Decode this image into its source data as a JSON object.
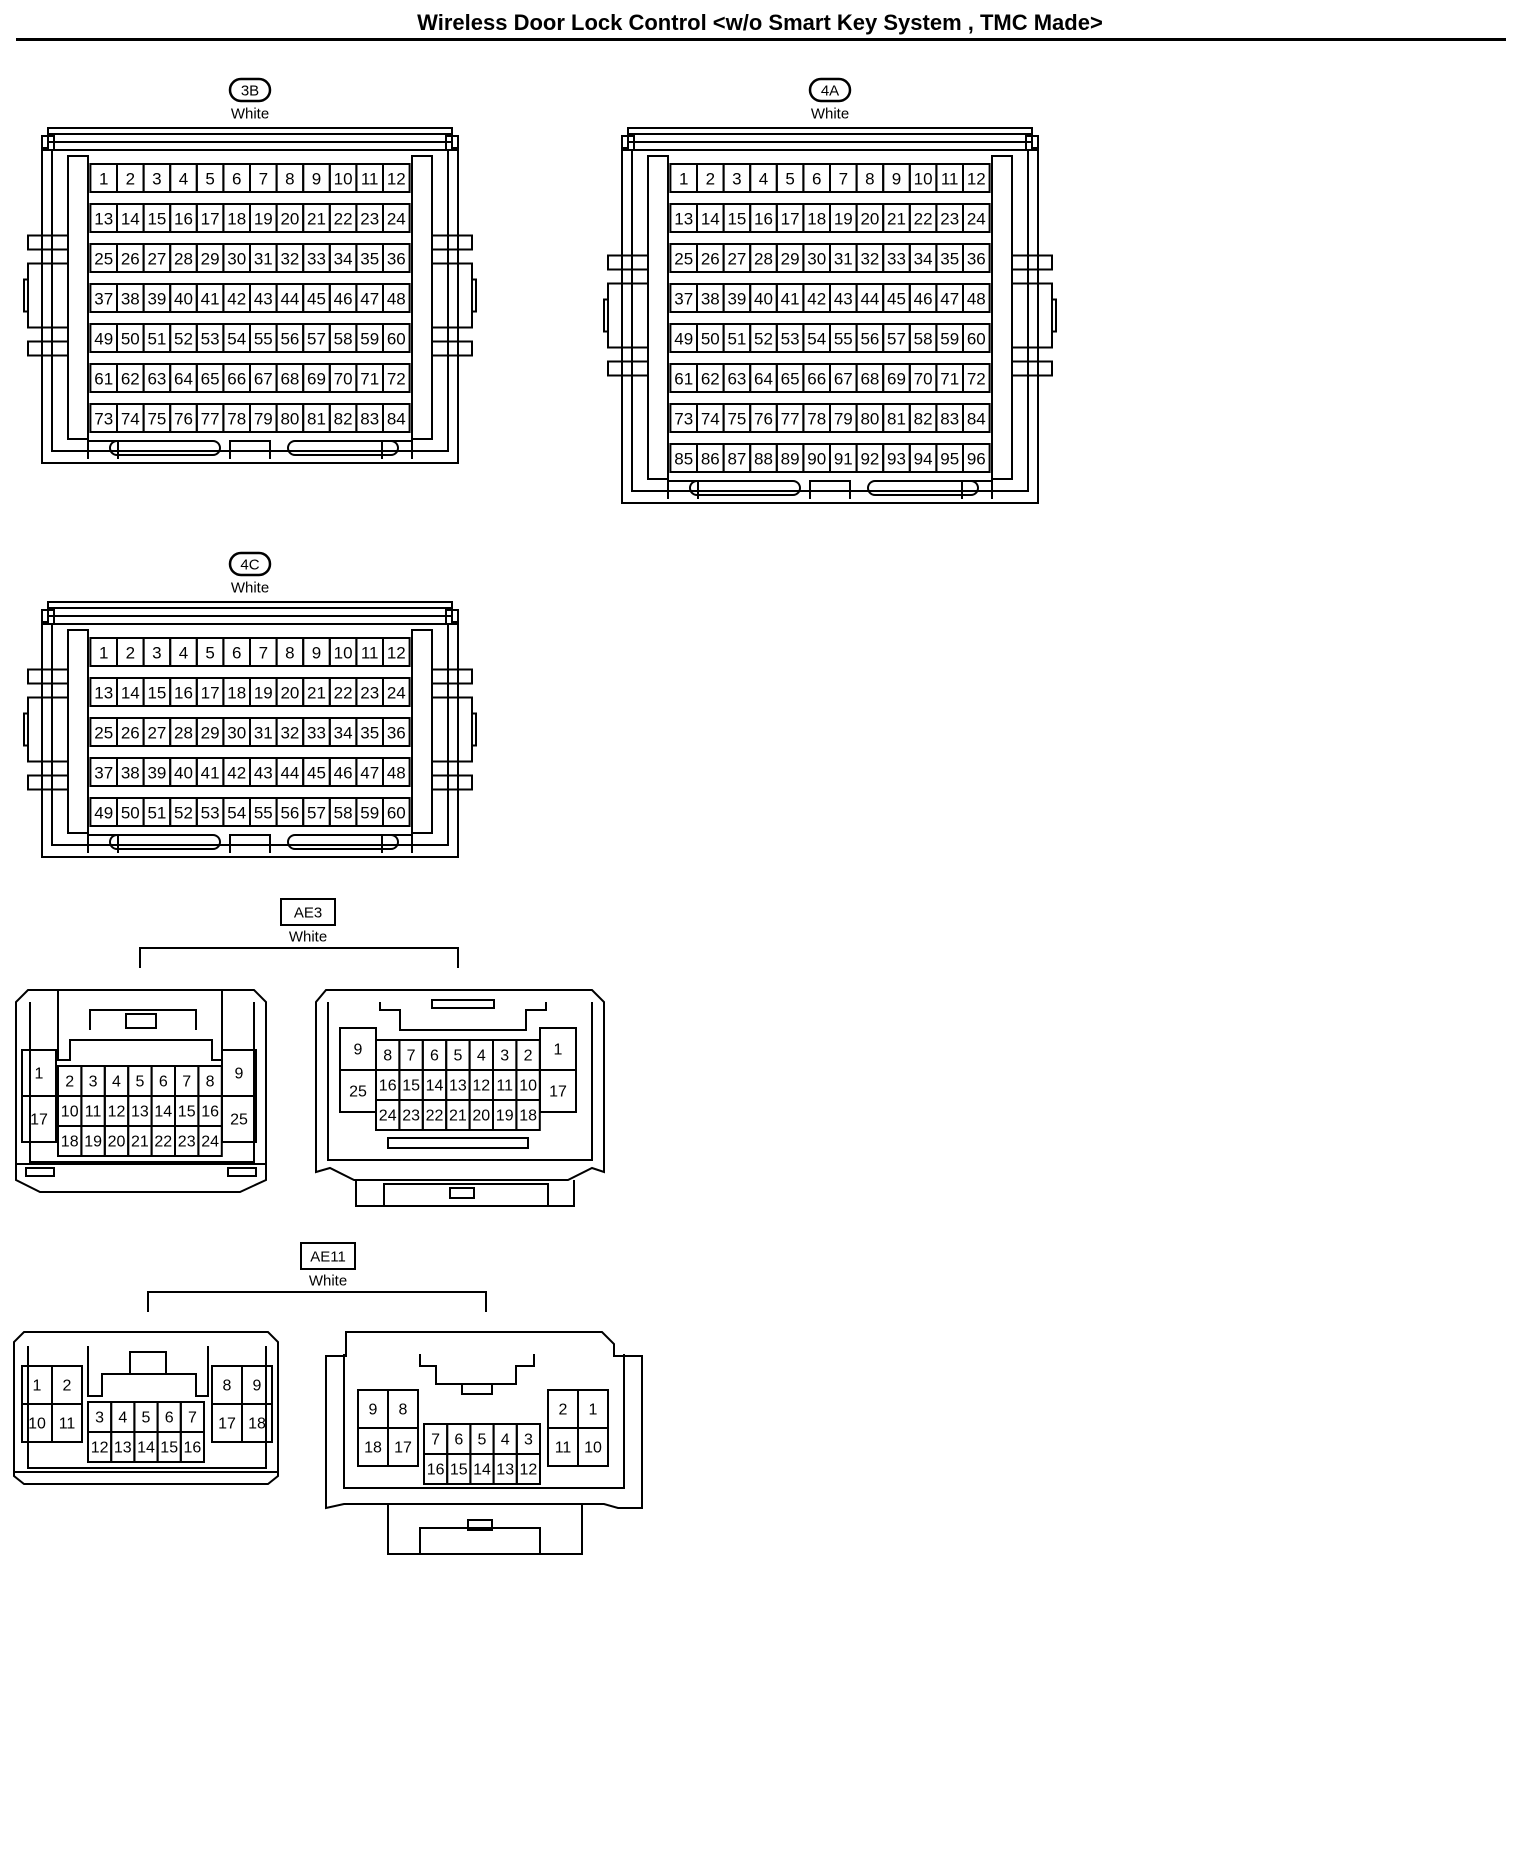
{
  "title": "Wireless Door Lock Control <w/o Smart Key System , TMC Made>",
  "connectors": {
    "c3b": {
      "code": "3B",
      "color": "White",
      "rows": 7,
      "cols": 12
    },
    "c4a": {
      "code": "4A",
      "color": "White",
      "rows": 8,
      "cols": 12
    },
    "c4c": {
      "code": "4C",
      "color": "White",
      "rows": 5,
      "cols": 12
    },
    "ae3": {
      "code": "AE3",
      "color": "White",
      "left": {
        "big": [
          [
            "1",
            "17"
          ],
          [
            "9",
            "25"
          ]
        ],
        "rows": [
          [
            "2",
            "3",
            "4",
            "5",
            "6",
            "7",
            "8"
          ],
          [
            "10",
            "11",
            "12",
            "13",
            "14",
            "15",
            "16"
          ],
          [
            "18",
            "19",
            "20",
            "21",
            "22",
            "23",
            "24"
          ]
        ]
      },
      "right": {
        "big": [
          [
            "9",
            "25"
          ],
          [
            "1",
            "17"
          ]
        ],
        "rows": [
          [
            "8",
            "7",
            "6",
            "5",
            "4",
            "3",
            "2"
          ],
          [
            "16",
            "15",
            "14",
            "13",
            "12",
            "11",
            "10"
          ],
          [
            "24",
            "23",
            "22",
            "21",
            "20",
            "19",
            "18"
          ]
        ]
      }
    },
    "ae11": {
      "code": "AE11",
      "color": "White",
      "left": {
        "leftGrid": [
          [
            "1",
            "2"
          ],
          [
            "10",
            "11"
          ]
        ],
        "midTop": [
          "3",
          "4",
          "5",
          "6",
          "7"
        ],
        "midBot": [
          "12",
          "13",
          "14",
          "15",
          "16"
        ],
        "rightGrid": [
          [
            "8",
            "9"
          ],
          [
            "17",
            "18"
          ]
        ]
      },
      "right": {
        "leftGrid": [
          [
            "9",
            "8"
          ],
          [
            "18",
            "17"
          ]
        ],
        "midTop": [
          "7",
          "6",
          "5",
          "4",
          "3"
        ],
        "midBot": [
          "16",
          "15",
          "14",
          "13",
          "12"
        ],
        "rightGrid": [
          [
            "2",
            "1"
          ],
          [
            "11",
            "10"
          ]
        ]
      }
    }
  }
}
